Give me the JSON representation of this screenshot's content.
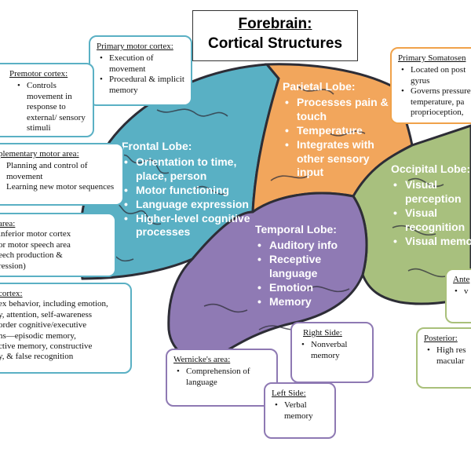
{
  "title": {
    "line1": "Forebrain:",
    "line2": "Cortical Structures"
  },
  "colors": {
    "frontal": "#59b0c4",
    "parietal": "#f2a65c",
    "occipital": "#a8c07e",
    "temporal": "#8f7ab4",
    "sulci": "#2f2f3a"
  },
  "lobes": {
    "frontal": {
      "title": "Frontal Lobe:",
      "items": [
        "Orientation to time, place, person",
        "Motor functioning",
        "Language expression",
        "Higher-level cognitive processes"
      ]
    },
    "parietal": {
      "title": "Parietal Lobe:",
      "items": [
        "Processes pain & touch",
        "Temperature",
        "Integrates with other sensory input"
      ]
    },
    "occipital": {
      "title": "Occipital Lobe:",
      "items": [
        "Visual perception",
        "Visual recognition",
        "Visual memo"
      ]
    },
    "temporal": {
      "title": "Temporal Lobe:",
      "items": [
        "Auditory info",
        "Receptive language",
        "Emotion",
        "Memory"
      ]
    }
  },
  "boxes": {
    "primary_motor": {
      "title": "Primary motor cortex:",
      "items": [
        "Execution of movement",
        "Procedural & implicit memory"
      ]
    },
    "premotor": {
      "title": "Premotor cortex:",
      "items": [
        "Controls movement in response to external/ sensory stimuli"
      ]
    },
    "supplementary": {
      "title": "plementary motor area:",
      "items": [
        "Planning and control of movement",
        "Learning new motor sequences"
      ]
    },
    "brocas": {
      "title": "area:",
      "lines": [
        "inferior motor cortex",
        "or motor speech area",
        "eech production &",
        "ression)"
      ]
    },
    "prefrontal": {
      "title": "cortex:",
      "lines": [
        "ex behavior, including emotion,",
        "y, attention, self-awareness",
        "order cognitive/executive",
        "ns—episodic memory,",
        "ctive memory, constructive",
        "y, & false recognition"
      ]
    },
    "somatosensory": {
      "title": "Primary Somatosen",
      "items": [
        "Located on post gyrus",
        "Governs pressure temperature, pa proprioception,"
      ]
    },
    "wernickes": {
      "title": "Wernicke's area:",
      "items": [
        "Comprehension of language"
      ]
    },
    "right_side": {
      "title": "Right Side:",
      "items": [
        "Nonverbal memory"
      ]
    },
    "left_side": {
      "title": "Left Side:",
      "items": [
        "Verbal memory"
      ]
    },
    "anterior": {
      "title": "Ante",
      "items": [
        "v"
      ]
    },
    "posterior": {
      "title": "Posterior:",
      "items": [
        "High res macular"
      ]
    }
  }
}
